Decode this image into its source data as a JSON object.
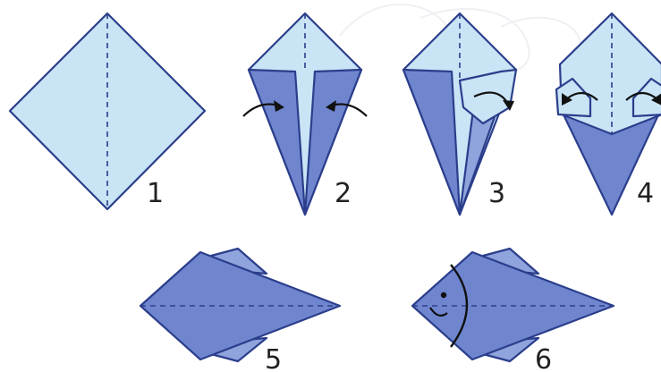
{
  "diagram": {
    "colors": {
      "paper_light": "#c9e4f5",
      "paper_dark": "#6f86cf",
      "paper_mid": "#8fa3dc",
      "outline": "#2b3e8c",
      "arrow": "#111111"
    },
    "steps": [
      {
        "number": "1"
      },
      {
        "number": "2"
      },
      {
        "number": "3"
      },
      {
        "number": "4"
      },
      {
        "number": "5"
      },
      {
        "number": "6"
      }
    ]
  }
}
